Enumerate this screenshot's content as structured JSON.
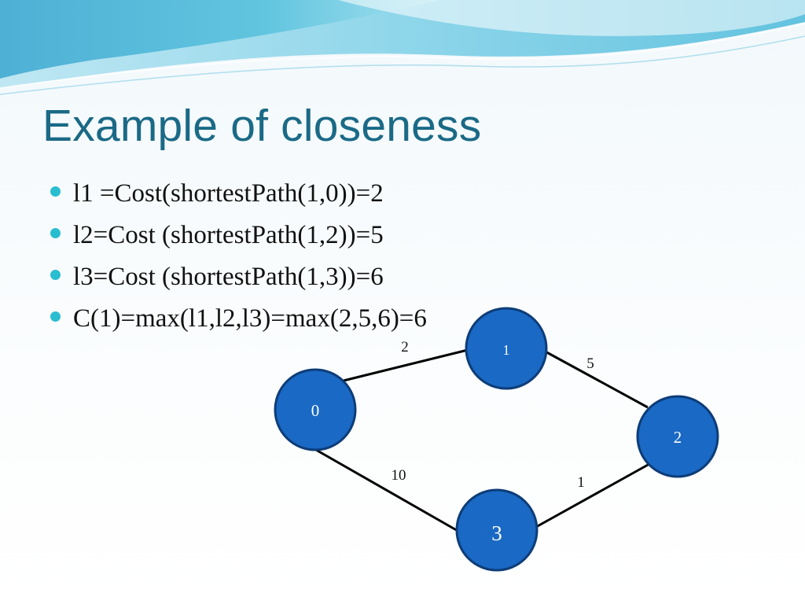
{
  "slide": {
    "title": "Example of closeness",
    "bullets": [
      "l1 =Cost(shortestPath(1,0))=2",
      "l2=Cost (shortestPath(1,2))=5",
      "l3=Cost (shortestPath(1,3))=6",
      "C(1)=max(l1,l2,l3)=max(2,5,6)=6"
    ]
  },
  "graph": {
    "nodes": [
      {
        "id": "0",
        "label": "0"
      },
      {
        "id": "1",
        "label": "1"
      },
      {
        "id": "2",
        "label": "2"
      },
      {
        "id": "3",
        "label": "3"
      }
    ],
    "edges": [
      {
        "from": "0",
        "to": "1",
        "weight": "2"
      },
      {
        "from": "1",
        "to": "2",
        "weight": "5"
      },
      {
        "from": "0",
        "to": "3",
        "weight": "10"
      },
      {
        "from": "3",
        "to": "2",
        "weight": "1"
      }
    ]
  },
  "colors": {
    "title": "#1a6a86",
    "bullet": "#29bdd0",
    "node_fill": "#1a69c4",
    "node_stroke": "#0d3d78",
    "edge": "#000000"
  }
}
